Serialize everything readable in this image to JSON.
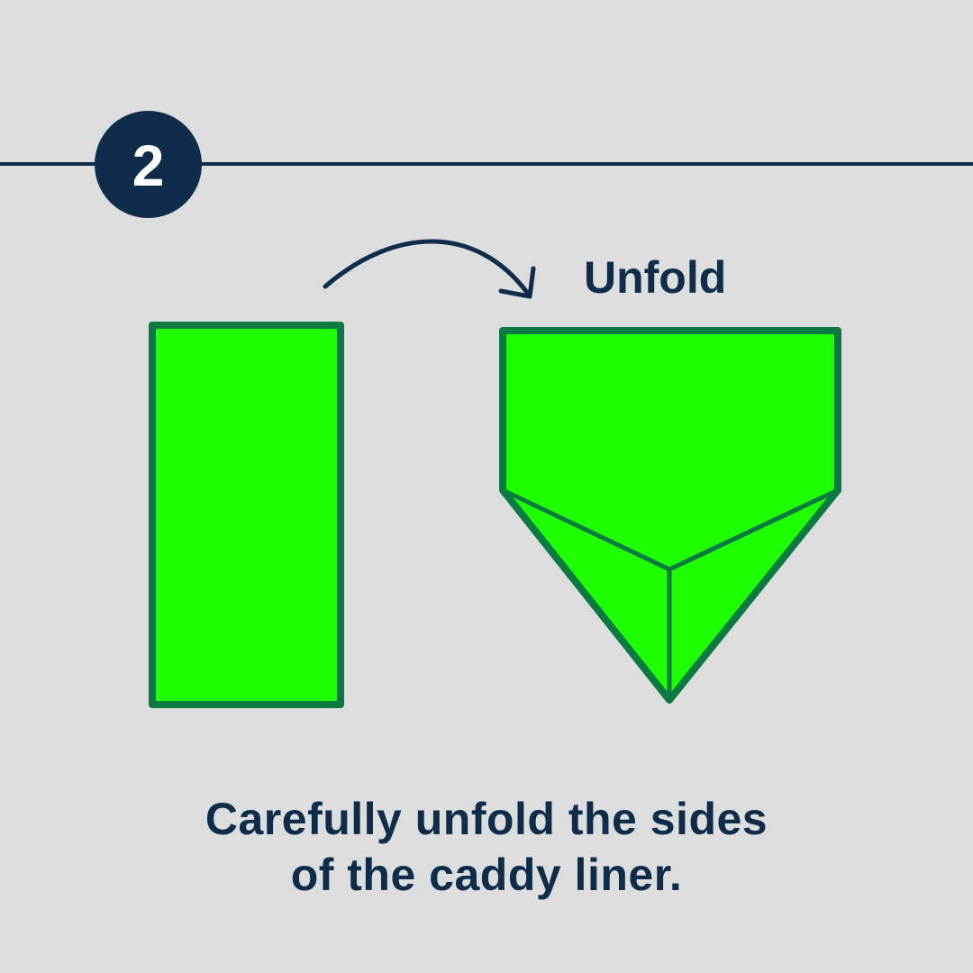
{
  "step": {
    "number": "2"
  },
  "arrow_label": "Unfold",
  "caption": {
    "line1": "Carefully unfold the sides",
    "line2": "of the caddy liner."
  },
  "colors": {
    "background": "#dddddd",
    "navy": "#0f2d4b",
    "liner_fill": "#1eff00",
    "liner_outline": "#0b7a42",
    "badge_text": "#ffffff"
  },
  "icons": {
    "arrow": "curved-arrow-right-icon"
  }
}
